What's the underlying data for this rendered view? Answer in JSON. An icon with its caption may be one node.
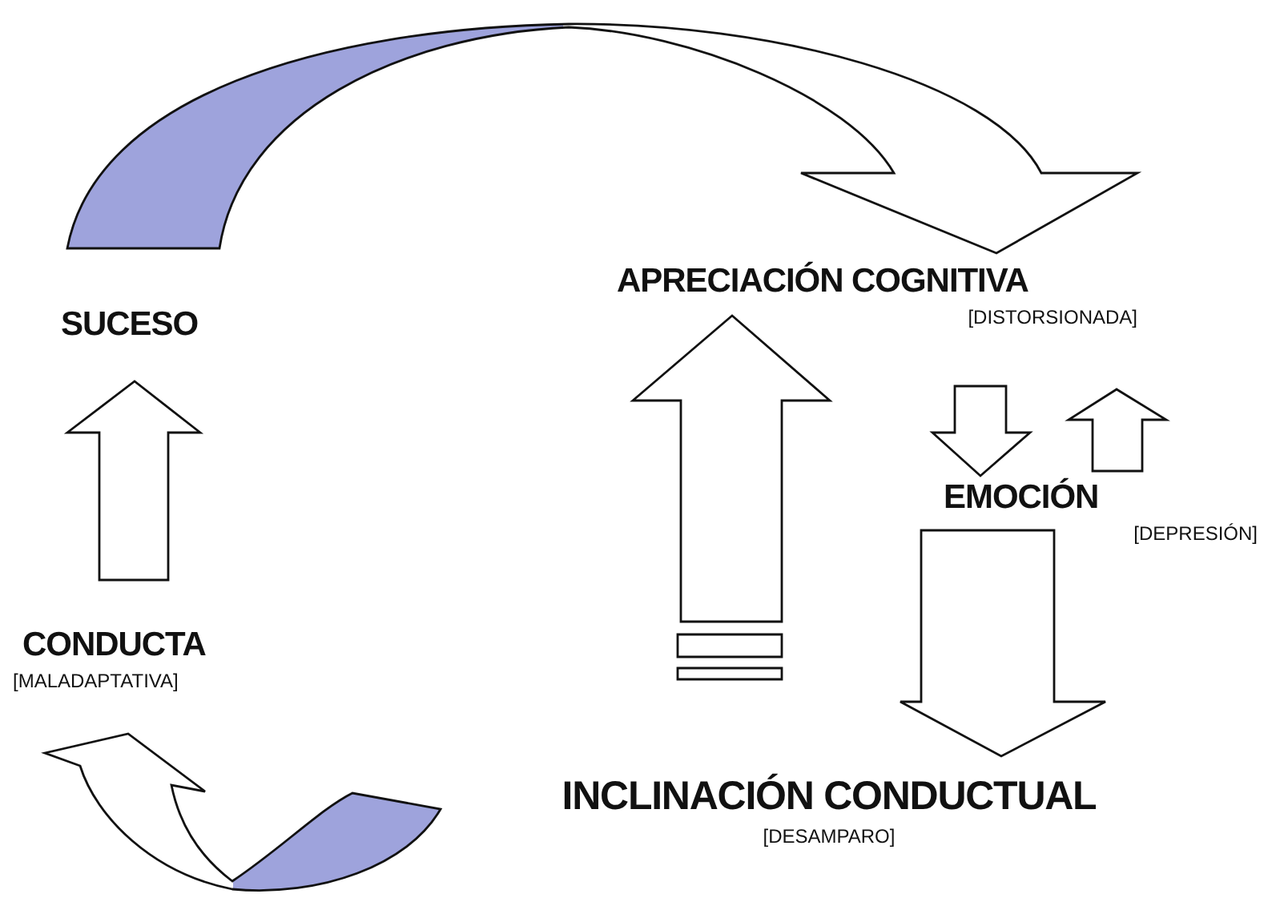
{
  "diagram": {
    "nodes": [
      {
        "text": [
          "SUCESO"
        ]
      },
      {
        "text": [
          "APRECIACIÓN COGNITIVA",
          "[DISTORSIONADA]"
        ]
      },
      {
        "text": [
          "EMOCIÓN",
          "[DEPRESIÓN]"
        ]
      },
      {
        "text": [
          "INCLINACIÓN CONDUCTUAL",
          "[DESAMPARO]"
        ]
      },
      {
        "text": [
          "CONDUCTA",
          "[MALADAPTATIVA]"
        ]
      }
    ],
    "edges": [
      {
        "from": 0,
        "to": 1,
        "arrow": "to"
      },
      {
        "from": 1,
        "to": 2,
        "arrow": "to"
      },
      {
        "from": 2,
        "to": 1,
        "arrow": "to"
      },
      {
        "from": 2,
        "to": 3,
        "arrow": "to"
      },
      {
        "from": 3,
        "to": 1,
        "arrow": "to"
      },
      {
        "from": 3,
        "to": 4,
        "arrow": "to"
      },
      {
        "from": 4,
        "to": 0,
        "arrow": "to"
      }
    ]
  }
}
